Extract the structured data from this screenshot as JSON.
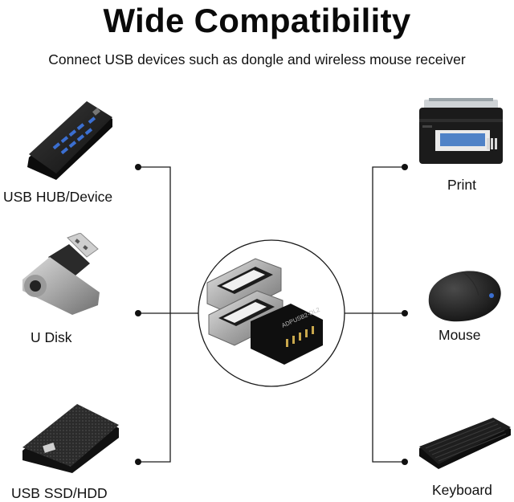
{
  "header": {
    "title": "Wide Compatibility",
    "subtitle": "Connect USB devices such as dongle and wireless mouse receiver"
  },
  "left_devices": [
    {
      "label": "USB HUB/Device",
      "icon": "usb-hub-icon"
    },
    {
      "label": "U Disk",
      "icon": "usb-flash-drive-icon"
    },
    {
      "label": "USB SSD/HDD",
      "icon": "external-hdd-icon"
    }
  ],
  "right_devices": [
    {
      "label": "Print",
      "icon": "printer-icon"
    },
    {
      "label": "Mouse",
      "icon": "mouse-icon"
    },
    {
      "label": "Keyboard",
      "icon": "keyboard-icon"
    }
  ],
  "center": {
    "icon": "usb-adapter-icon",
    "board_text": "ADPUSB2-DL2"
  },
  "colors": {
    "line": "#1a1a1a",
    "background": "#ffffff"
  }
}
